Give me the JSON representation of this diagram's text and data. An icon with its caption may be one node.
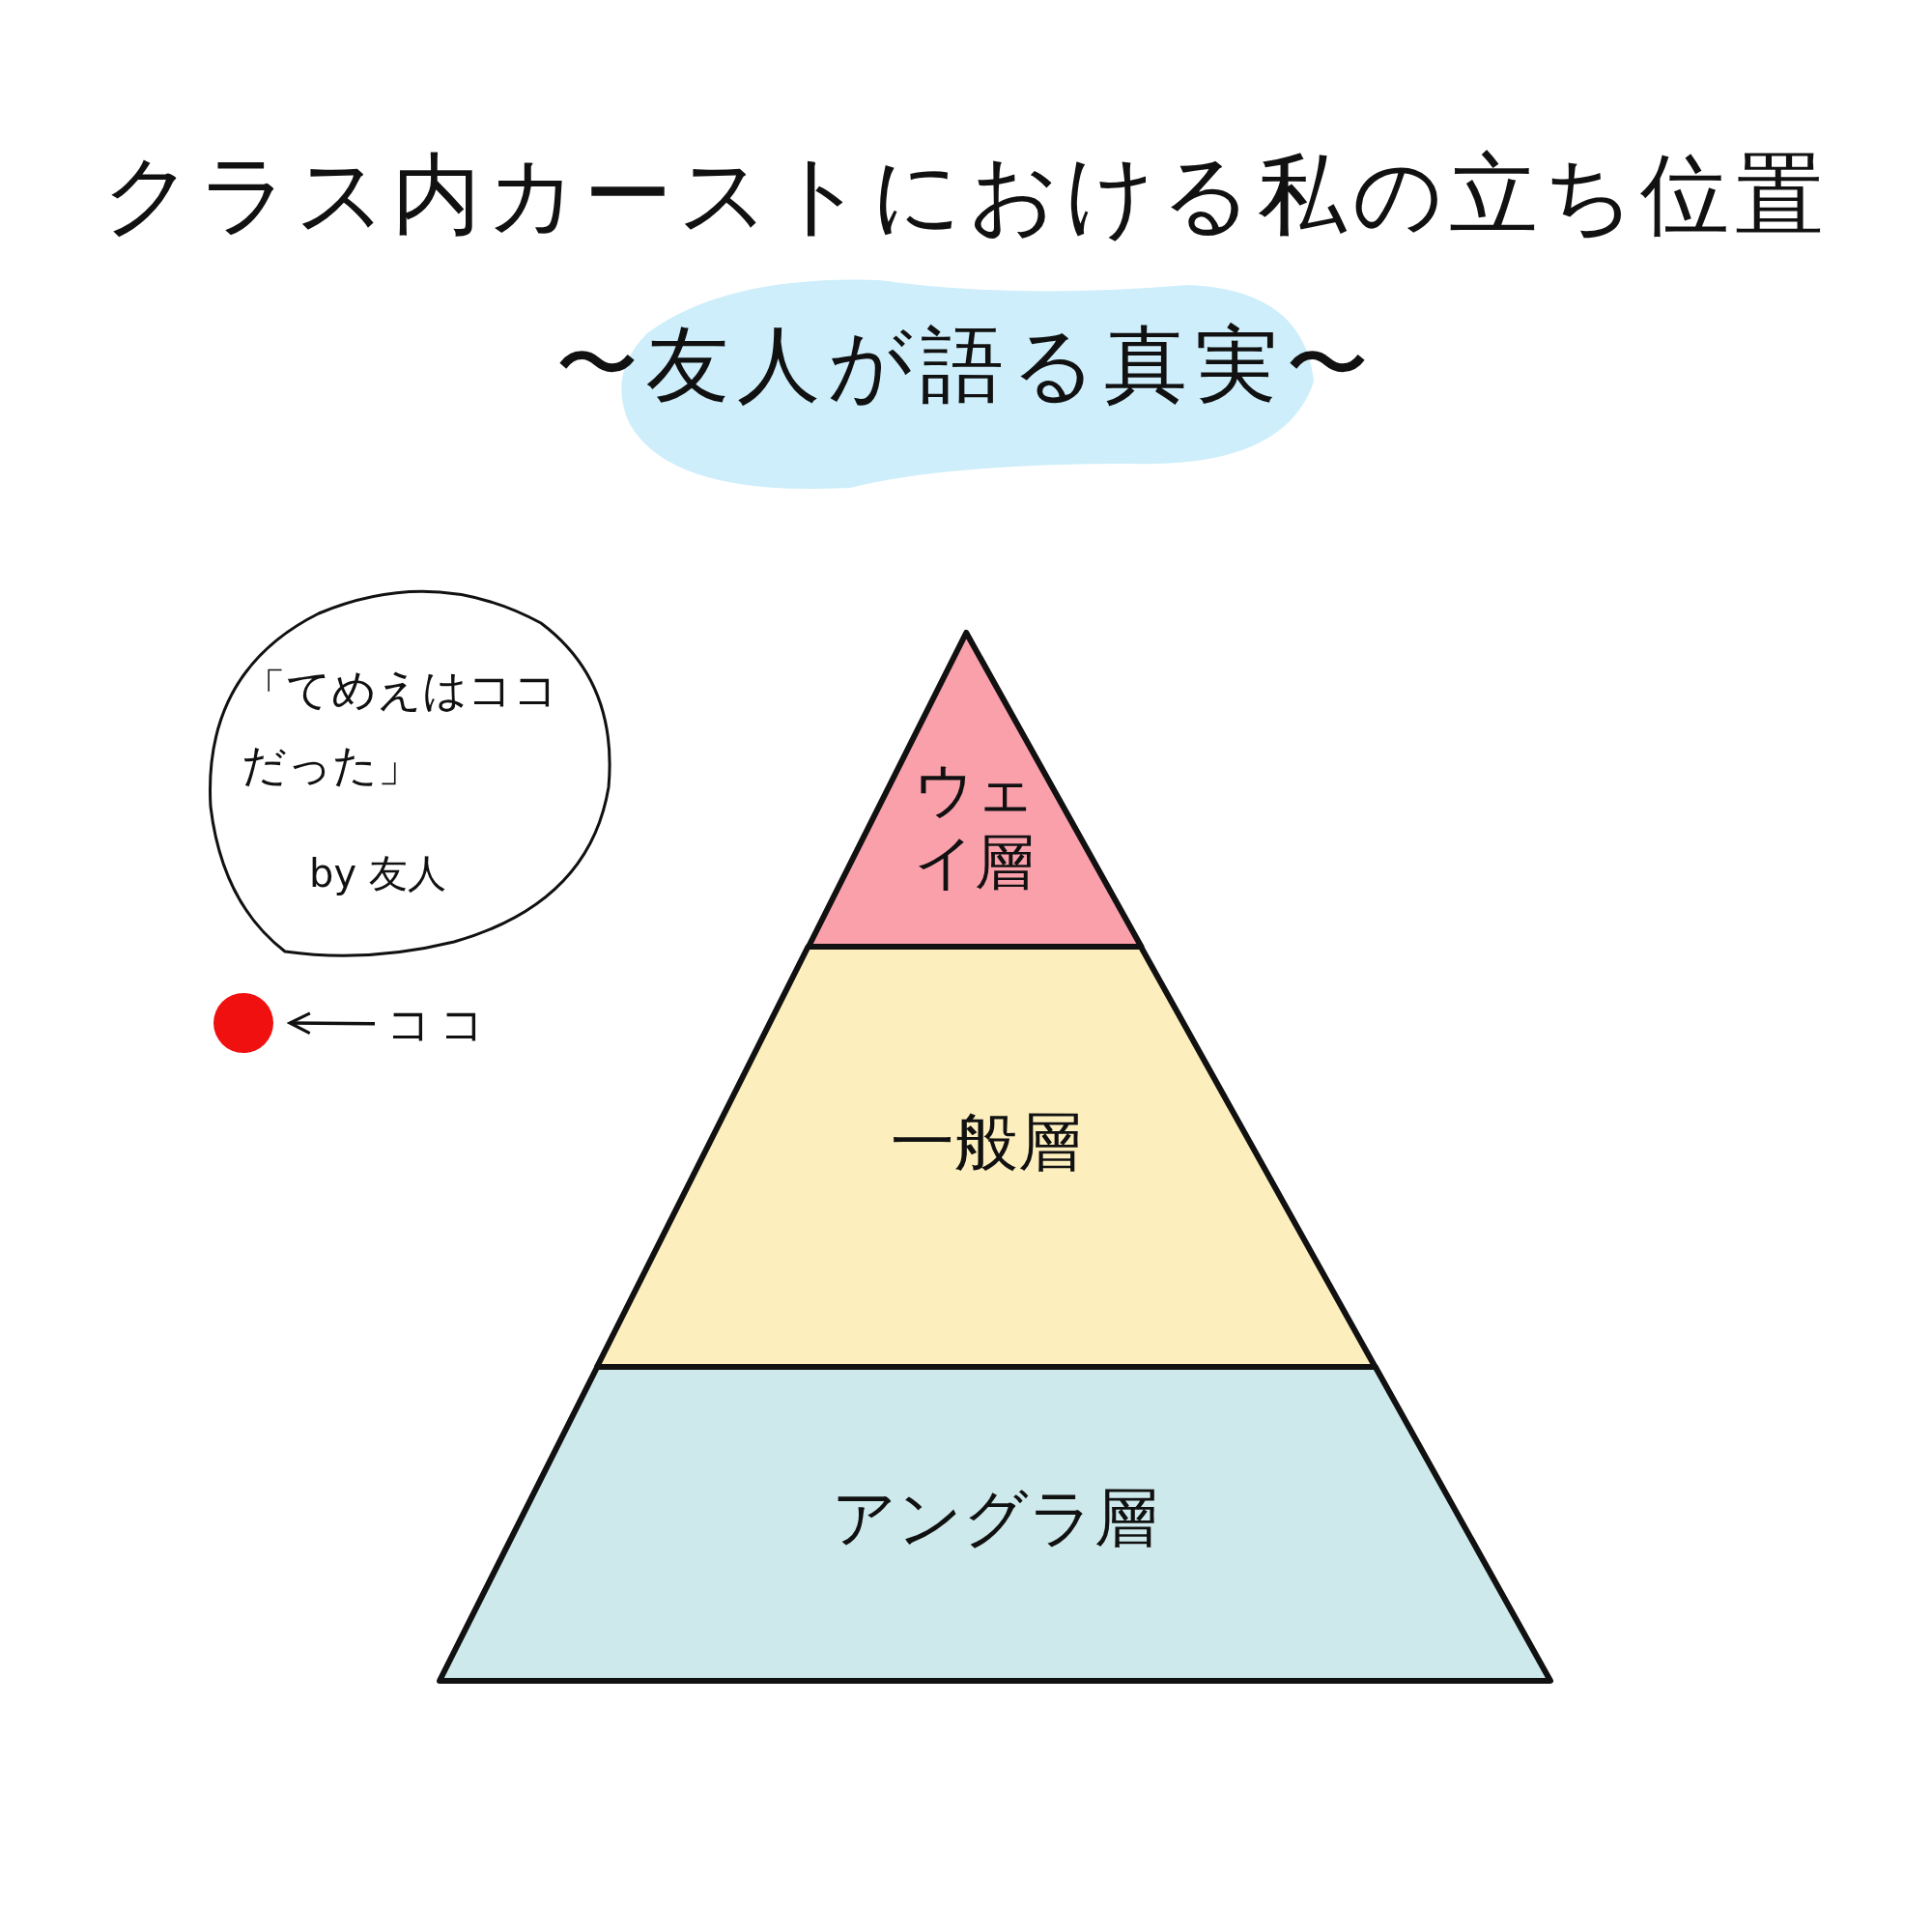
{
  "diagram": {
    "title": "クラス内カーストにおける私の立ち位置",
    "nodes": [
      {
        "text": [
          "「てめえはココだった」",
          "by 友人"
        ]
      },
      {
        "text": [],
        "shape": "circle"
      },
      {
        "text": [
          "ココ"
        ]
      },
      {
        "text": [
          "ウェイ層"
        ]
      },
      {
        "text": [
          "一般層"
        ]
      },
      {
        "text": [
          "アングラ層"
        ]
      }
    ],
    "edges": [
      {
        "from": 2,
        "to": 1,
        "arrow": "to"
      }
    ],
    "labels": [
      "〜友人が語る真実〜"
    ]
  }
}
